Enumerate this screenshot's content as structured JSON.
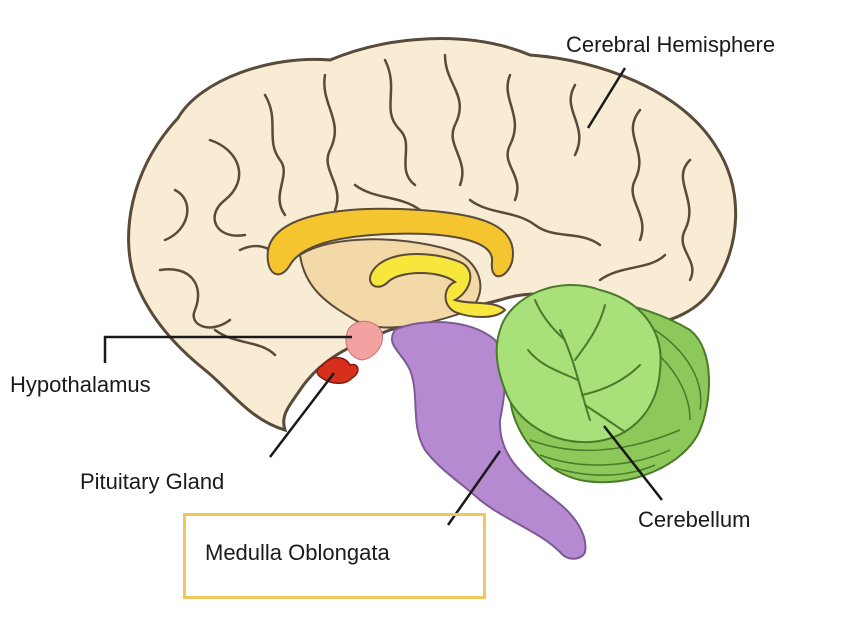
{
  "labels": {
    "cerebral_hemisphere": "Cerebral Hemisphere",
    "hypothalamus": "Hypothalamus",
    "pituitary_gland": "Pituitary Gland",
    "cerebellum": "Cerebellum",
    "medulla_oblongata": "Medulla Oblongata"
  },
  "colors": {
    "cerebrum_fill": "#f8ecd4",
    "outline": "#5a4a3a",
    "corpus_callosum": "#f5c530",
    "fornix": "#f7e63c",
    "thalamus": "#f3d9a8",
    "hypothalamus": "#f3a1a1",
    "pituitary": "#d6301c",
    "brainstem": "#b58ad1",
    "cerebellum_light": "#a8e07a",
    "cerebellum_dark": "#8cc85a",
    "highlight_box": "#f1c65c"
  }
}
